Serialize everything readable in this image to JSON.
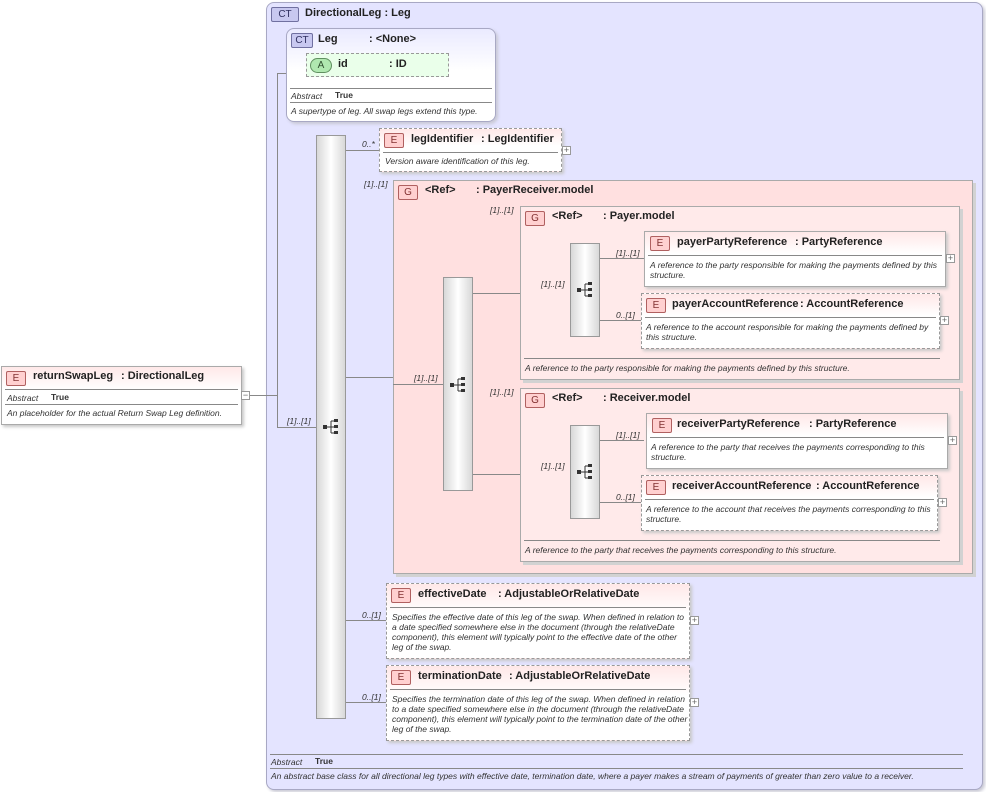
{
  "root": {
    "badge": "E",
    "name": "returnSwapLeg",
    "type": ": DirectionalLeg",
    "abstract_label": "Abstract",
    "abstract_value": "True",
    "desc": "An placeholder for the actual Return Swap Leg definition."
  },
  "ct": {
    "badge": "CT",
    "title": "DirectionalLeg : Leg",
    "abstract_label": "Abstract",
    "abstract_value": "True",
    "desc": "An abstract base class for all directional leg types with effective date, termination date, where a payer makes a stream of payments of greater than zero value to a receiver."
  },
  "leg": {
    "badge": "CT",
    "name": "Leg",
    "type": ": <None>",
    "attr_badge": "A",
    "attr_name": "id",
    "attr_type": ": ID",
    "abstract_label": "Abstract",
    "abstract_value": "True",
    "desc": "A supertype of leg. All swap legs extend this type."
  },
  "mult": {
    "root_seq": "[1]..[1]",
    "legIdentifier": "0..*",
    "payerReceiver": "[1]..[1]",
    "pr_seq": "[1]..[1]",
    "payer_group": "[1]..[1]",
    "payer_seq": "[1]..[1]",
    "payerParty": "[1]..[1]",
    "payerAccount": "0..[1]",
    "receiver_group": "[1]..[1]",
    "receiver_seq": "[1]..[1]",
    "receiverParty": "[1]..[1]",
    "receiverAccount": "0..[1]",
    "effectiveDate": "0..[1]",
    "terminationDate": "0..[1]"
  },
  "legIdentifier": {
    "badge": "E",
    "name": "legIdentifier",
    "type": ": LegIdentifier",
    "desc": "Version aware identification of this leg."
  },
  "payerReceiver": {
    "badge": "G",
    "ref": "<Ref>",
    "name": ": PayerReceiver.model"
  },
  "payer": {
    "badge": "G",
    "ref": "<Ref>",
    "name": ": Payer.model",
    "desc": "A reference to the party responsible for making the payments defined by this structure."
  },
  "payerParty": {
    "badge": "E",
    "name": "payerPartyReference",
    "type": ": PartyReference",
    "desc": "A reference to the party responsible for making the payments defined by this structure."
  },
  "payerAccount": {
    "badge": "E",
    "name": "payerAccountReference",
    "type": ": AccountReference",
    "desc": "A reference to the account responsible for making the payments defined by this structure."
  },
  "receiver": {
    "badge": "G",
    "ref": "<Ref>",
    "name": ": Receiver.model",
    "desc": "A reference to the party that receives the payments corresponding to this structure."
  },
  "receiverParty": {
    "badge": "E",
    "name": "receiverPartyReference",
    "type": ": PartyReference",
    "desc": "A reference to the party that receives the payments corresponding to this structure."
  },
  "receiverAccount": {
    "badge": "E",
    "name": "receiverAccountReference",
    "type": ": AccountReference",
    "desc": "A reference to the account that receives the payments corresponding to this structure."
  },
  "effectiveDate": {
    "badge": "E",
    "name": "effectiveDate",
    "type": ": AdjustableOrRelativeDate",
    "desc": "Specifies the effective date of this leg of the swap. When defined in relation to a date specified somewhere else in the document (through the relativeDate component), this element will typically point to the effective date of the other leg of the swap."
  },
  "terminationDate": {
    "badge": "E",
    "name": "terminationDate",
    "type": ": AdjustableOrRelativeDate",
    "desc": "Specifies the termination date of this leg of the swap. When defined in relation to a date specified somewhere else in the document (through the relativeDate component), this element will typically point to the termination date of the other leg of the swap."
  },
  "icons": {
    "sequence": "sequence-compositor-icon",
    "expand": "expand-plus-icon"
  },
  "colors": {
    "complex_type_bg": "#e4e4ff",
    "element_badge": "#ffd0d0",
    "group_bg": "#ffe0e0",
    "attribute_badge": "#b0e8b0"
  }
}
